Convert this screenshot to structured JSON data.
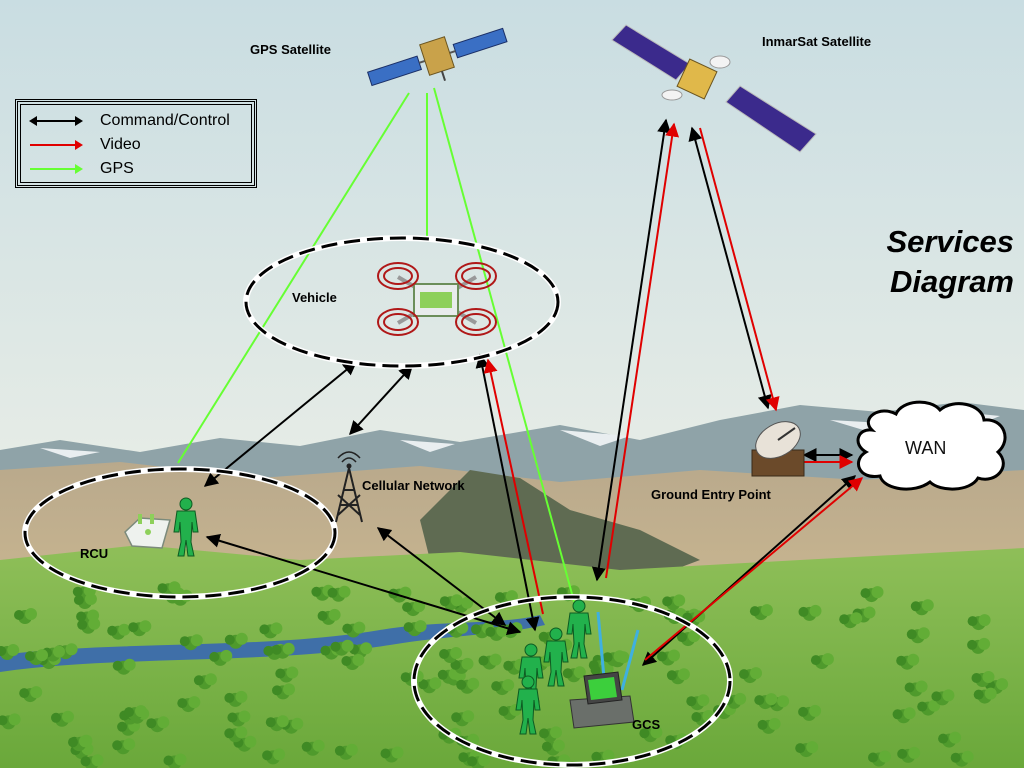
{
  "title": {
    "line1": "Services",
    "line2": "Diagram"
  },
  "legend": {
    "items": [
      {
        "label": "Command/Control",
        "color": "#000000",
        "bidirectional": true
      },
      {
        "label": "Video",
        "color": "#e00000",
        "bidirectional": false
      },
      {
        "label": "GPS",
        "color": "#66ff33",
        "bidirectional": false
      }
    ]
  },
  "nodes": {
    "gps_satellite": "GPS Satellite",
    "inmarsat_satellite": "InmarSat Satellite",
    "vehicle": "Vehicle",
    "cellular_network": "Cellular Network",
    "rcu": "RCU",
    "ground_entry_point": "Ground Entry Point",
    "wan": "WAN",
    "gcs": "GCS"
  },
  "colors": {
    "command": "#000000",
    "video": "#e00000",
    "gps": "#66ff33",
    "sky_top": "#cfe0e4",
    "sky_bottom": "#e8eeea",
    "soldier": "#22b14c"
  }
}
